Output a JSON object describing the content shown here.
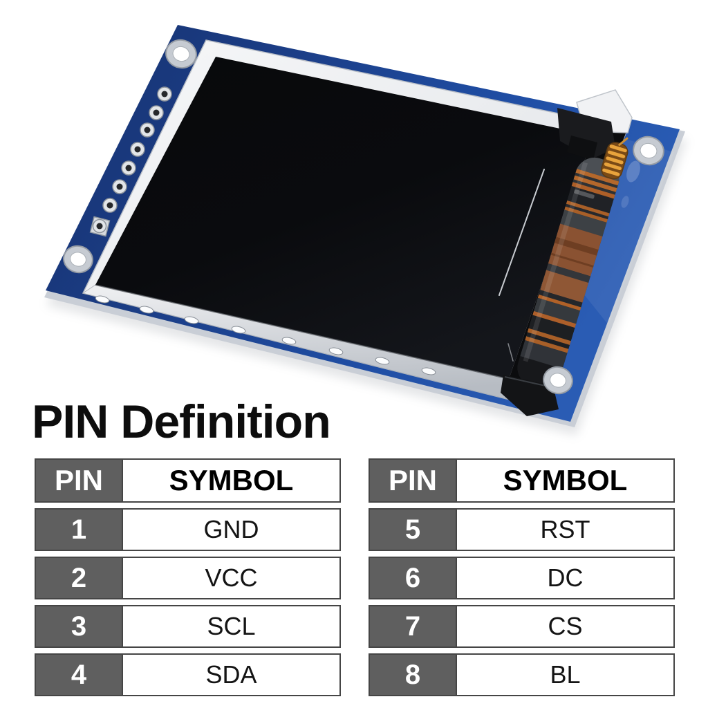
{
  "heading": {
    "text": "PIN Definition"
  },
  "module_image": {
    "description": "Photo of a 1.8-inch SPI TFT LCD display module: blue PCB, black LCD glass with white metal frame, four plated mounting holes, eight pin through-holes on the left edge, and a rolled brown flex cable with gold coil contact along the right side of the screen",
    "colors": {
      "pcb_blue": "#1f4da3",
      "pcb_blue_dark": "#16316f",
      "frame_silver": "#f4f5f7",
      "screen_black": "#08090b",
      "cable_copper": "#b4682c",
      "cable_brown": "#8a5232",
      "board_edge_silver": "#c9ced6",
      "table_header_gray": "#5f5f5f"
    }
  },
  "pin_tables": [
    {
      "header": {
        "pin": "PIN",
        "symbol": "SYMBOL"
      },
      "rows": [
        {
          "pin": "1",
          "symbol": "GND"
        },
        {
          "pin": "2",
          "symbol": "VCC"
        },
        {
          "pin": "3",
          "symbol": "SCL"
        },
        {
          "pin": "4",
          "symbol": "SDA"
        }
      ]
    },
    {
      "header": {
        "pin": "PIN",
        "symbol": "SYMBOL"
      },
      "rows": [
        {
          "pin": "5",
          "symbol": "RST"
        },
        {
          "pin": "6",
          "symbol": "DC"
        },
        {
          "pin": "7",
          "symbol": "CS"
        },
        {
          "pin": "8",
          "symbol": "BL"
        }
      ]
    }
  ]
}
